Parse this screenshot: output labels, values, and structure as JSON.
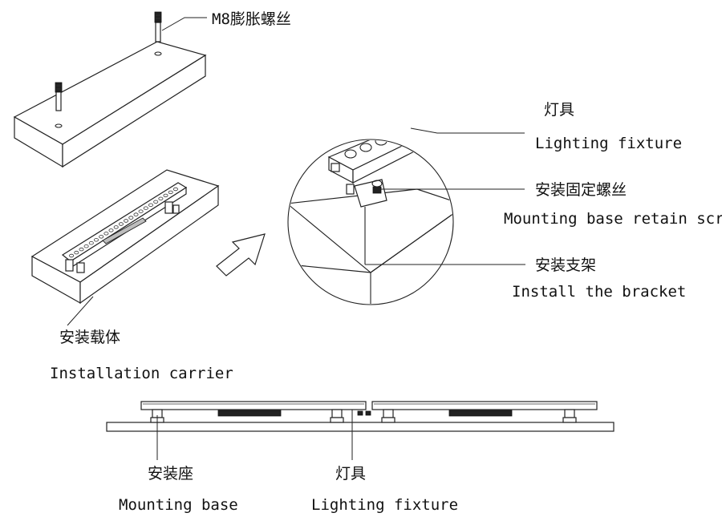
{
  "labels": {
    "m8_expansion_screw": "M8膨胀螺丝",
    "fixture_cn": "灯具",
    "fixture_en": "Lighting fixture",
    "retain_screw_cn": "安装固定螺丝",
    "retain_screw_en": "Mounting base retain screw",
    "bracket_cn": "安装支架",
    "bracket_en": "Install the bracket",
    "carrier_cn": "安装载体",
    "carrier_en": "Installation carrier",
    "base_cn": "安装座",
    "base_en": "Mounting base",
    "fixture2_cn": "灯具",
    "fixture2_en": "Lighting fixture"
  },
  "colors": {
    "line": "#222222",
    "background": "#ffffff",
    "fill_dark": "#222222",
    "fill_grey": "#bdbdbd"
  }
}
